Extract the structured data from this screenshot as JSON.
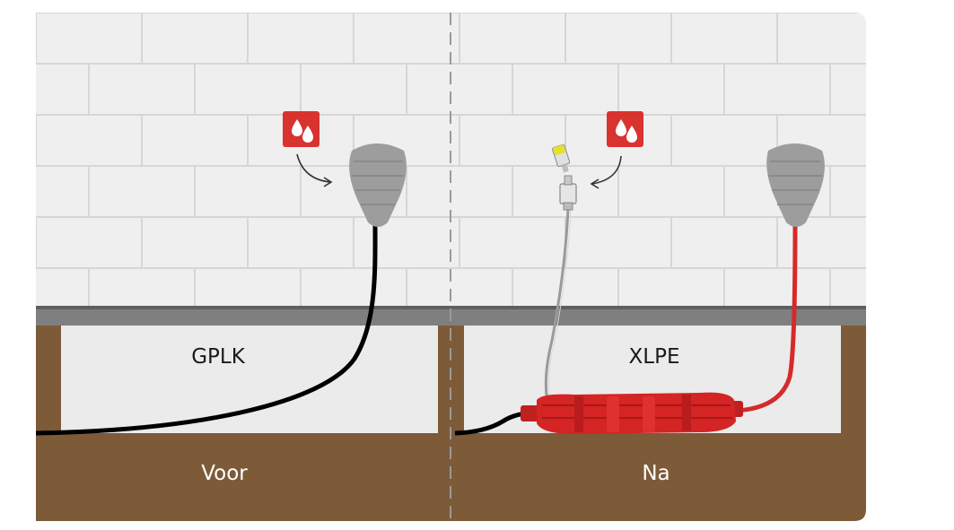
{
  "left_panel": {
    "label_cable": "GPLK",
    "label_state": "Voor",
    "cable_color": "#000000",
    "icon": "oil-drops-icon"
  },
  "right_panel": {
    "label_cable": "XLPE",
    "label_state": "Na",
    "cable_color": "#d62a2a",
    "icon": "oil-drops-icon"
  },
  "colors": {
    "wall": "#efefef",
    "mortar": "#d6d6d6",
    "floor": "#7f7f7f",
    "soil": "#7d5a38",
    "trench": "#ebebeb",
    "accent": "#d8332f",
    "divider": "#9a9a9a"
  }
}
